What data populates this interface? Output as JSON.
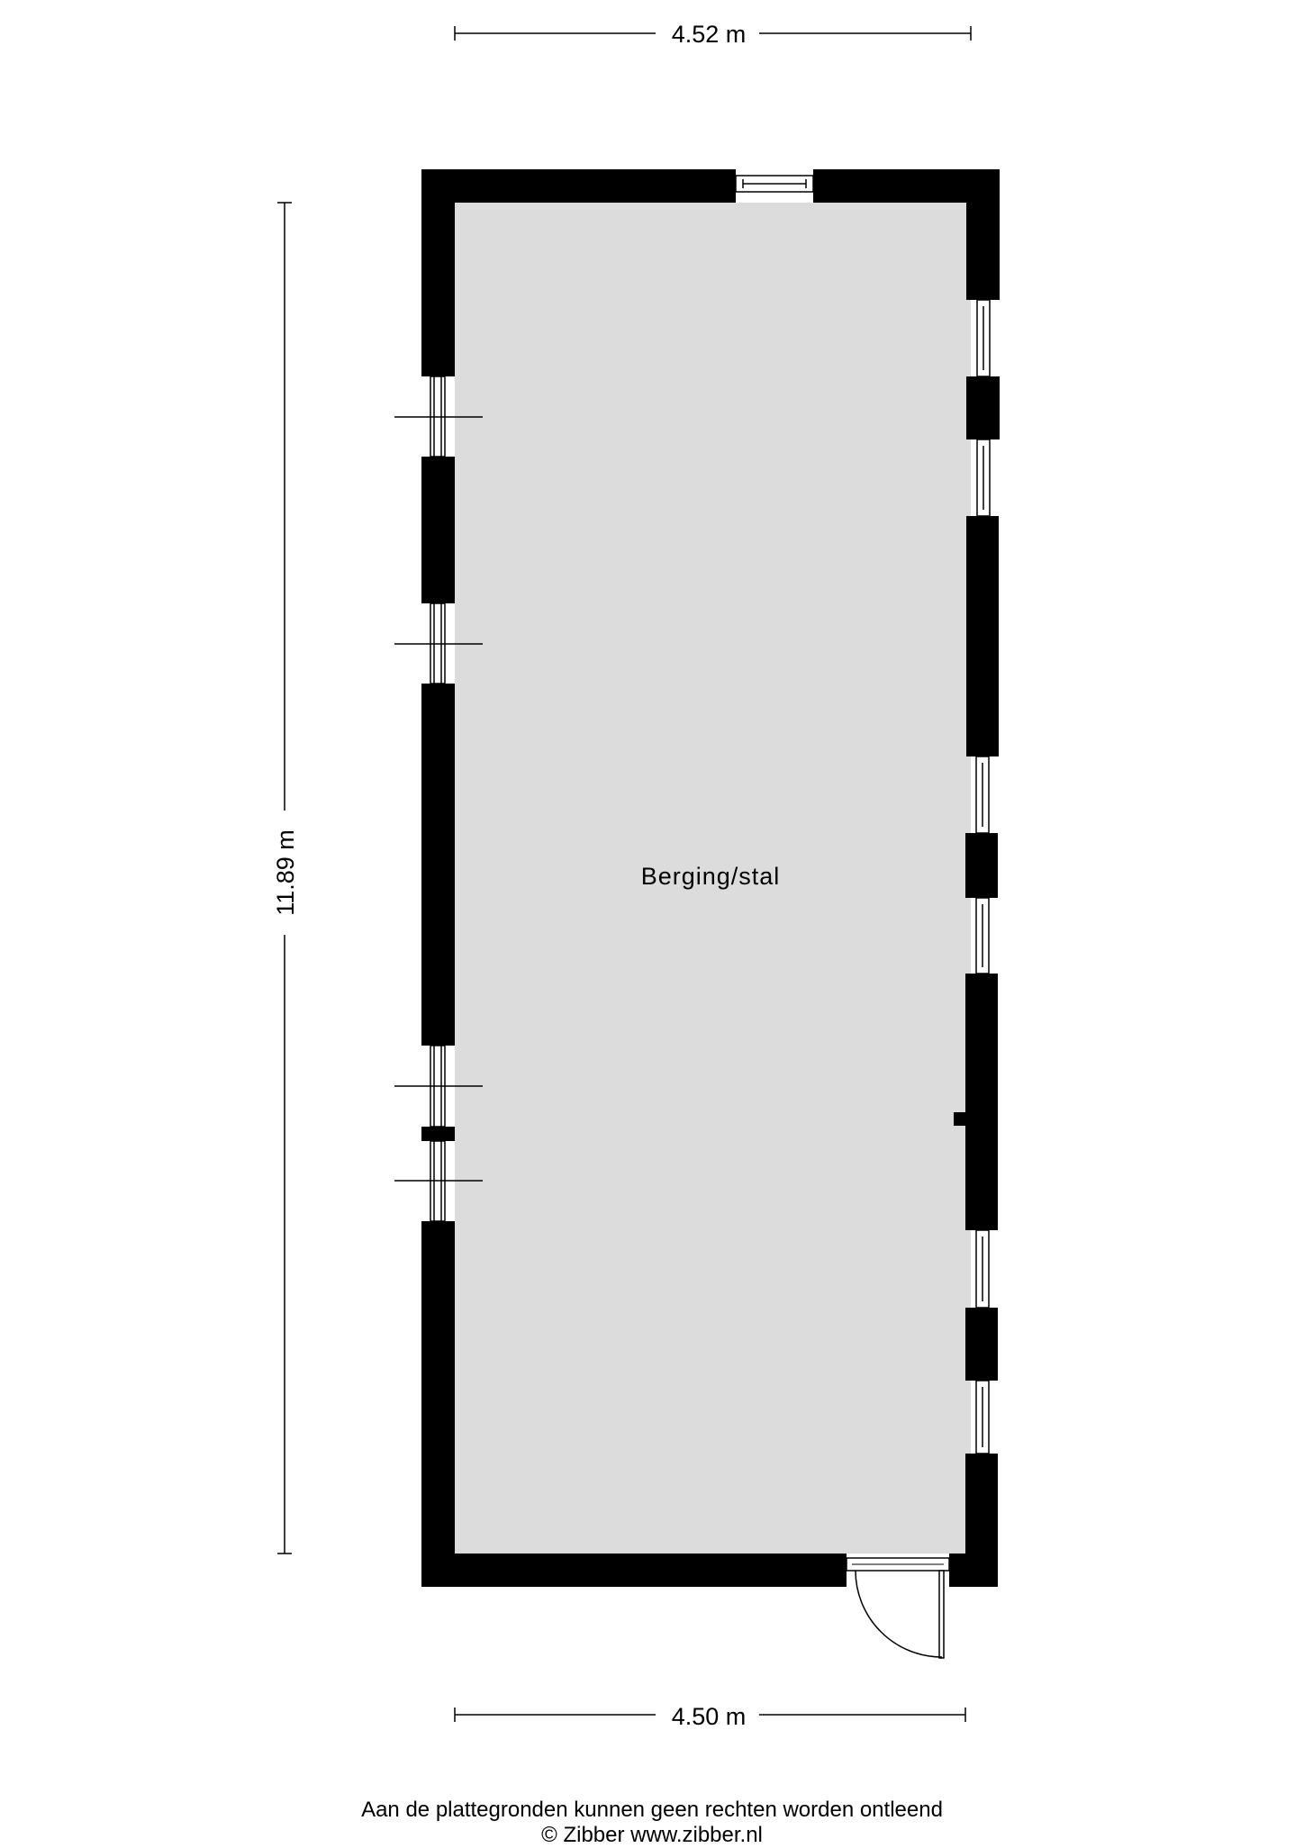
{
  "dimensions": {
    "top": "4.52 m",
    "bottom": "4.50 m",
    "left": "11.89 m"
  },
  "room": {
    "label": "Berging/stal"
  },
  "footer": {
    "line1": "Aan de plattegronden kunnen geen rechten worden ontleend",
    "line2": "© Zibber www.zibber.nl"
  },
  "colors": {
    "wall": "#000000",
    "floor": "#dcdcdc",
    "background": "#ffffff"
  }
}
